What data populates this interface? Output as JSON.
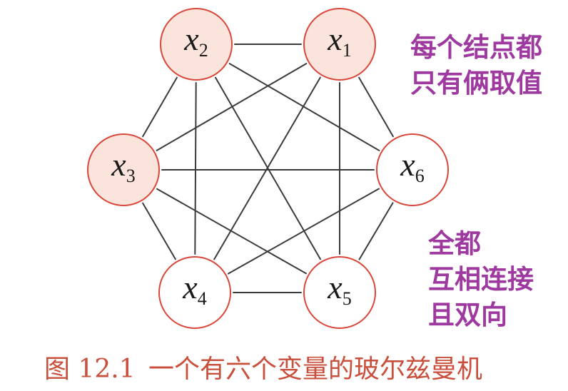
{
  "diagram": {
    "nodes": [
      {
        "base": "x",
        "sub": "1",
        "fill": "#fbe4db"
      },
      {
        "base": "x",
        "sub": "2",
        "fill": "#fbe4db"
      },
      {
        "base": "x",
        "sub": "3",
        "fill": "#fbe4db"
      },
      {
        "base": "x",
        "sub": "4",
        "fill": "#ffffff"
      },
      {
        "base": "x",
        "sub": "5",
        "fill": "#ffffff"
      },
      {
        "base": "x",
        "sub": "6",
        "fill": "#ffffff"
      }
    ],
    "edges": [
      [
        0,
        1
      ],
      [
        0,
        2
      ],
      [
        0,
        3
      ],
      [
        0,
        4
      ],
      [
        0,
        5
      ],
      [
        1,
        2
      ],
      [
        1,
        3
      ],
      [
        1,
        4
      ],
      [
        1,
        5
      ],
      [
        2,
        3
      ],
      [
        2,
        4
      ],
      [
        2,
        5
      ],
      [
        3,
        4
      ],
      [
        3,
        5
      ],
      [
        4,
        5
      ]
    ],
    "colors": {
      "node_border": "#d9473a",
      "edge": "#3b3b3b",
      "label": "#1a1a1a"
    }
  },
  "annotations": {
    "color": "#9e3a9f",
    "values_note": [
      "每个结点都",
      "只有俩取值"
    ],
    "connection_note": [
      "全都",
      "互相连接",
      "且双向"
    ]
  },
  "caption": {
    "color": "#c9503c",
    "number": "图 12.1",
    "text": "一个有六个变量的玻尔兹曼机"
  }
}
